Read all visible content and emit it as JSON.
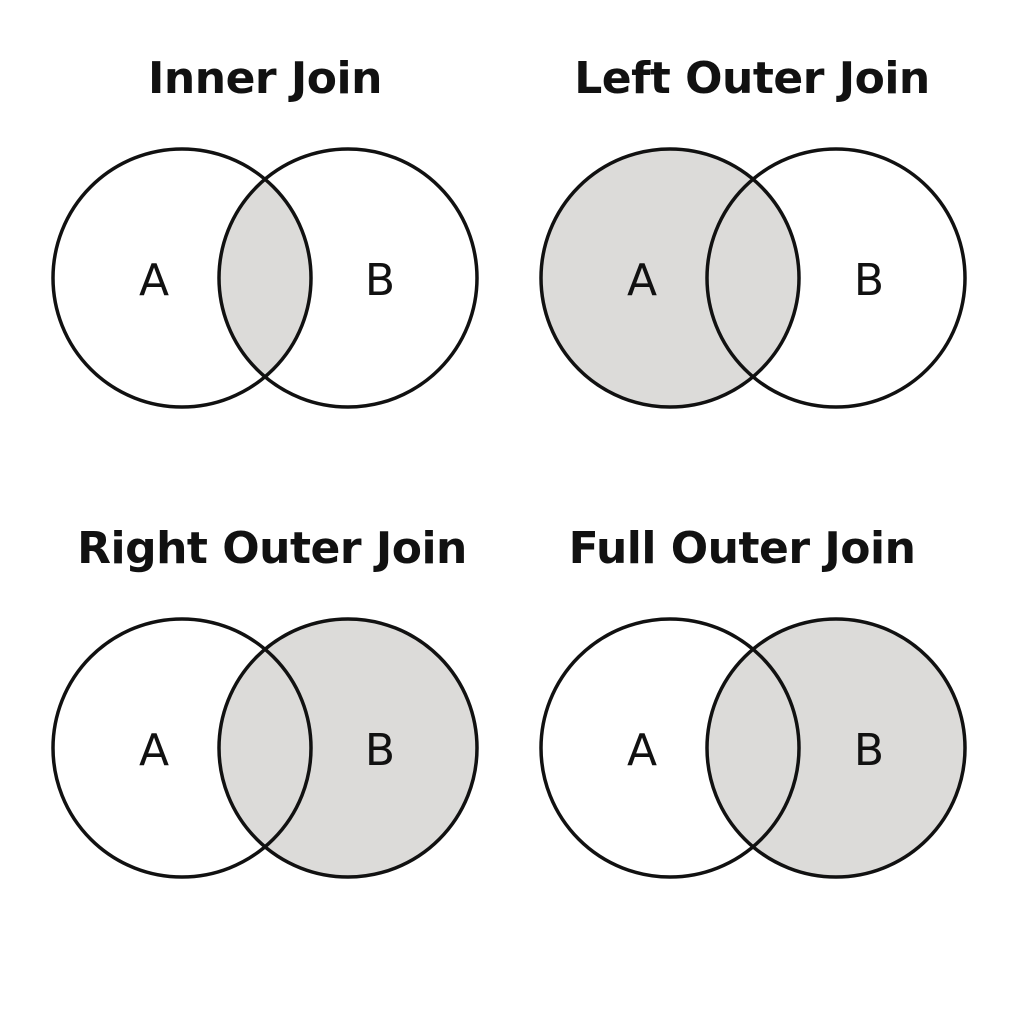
{
  "diagrams": [
    {
      "title": "Inner Join",
      "left_label": "A",
      "right_label": "B",
      "shaded_regions": [
        "intersection"
      ]
    },
    {
      "title": "Left Outer Join",
      "left_label": "A",
      "right_label": "B",
      "shaded_regions": [
        "left_only",
        "intersection"
      ]
    },
    {
      "title": "Right Outer Join",
      "left_label": "A",
      "right_label": "B",
      "shaded_regions": [
        "intersection",
        "right_only"
      ]
    },
    {
      "title": "Full Outer Join",
      "left_label": "A",
      "right_label": "B",
      "shaded_regions": [
        "intersection",
        "right_only"
      ]
    }
  ],
  "colors": {
    "shade": "#dcdbd9",
    "outline": "#111111",
    "background": "#ffffff"
  }
}
